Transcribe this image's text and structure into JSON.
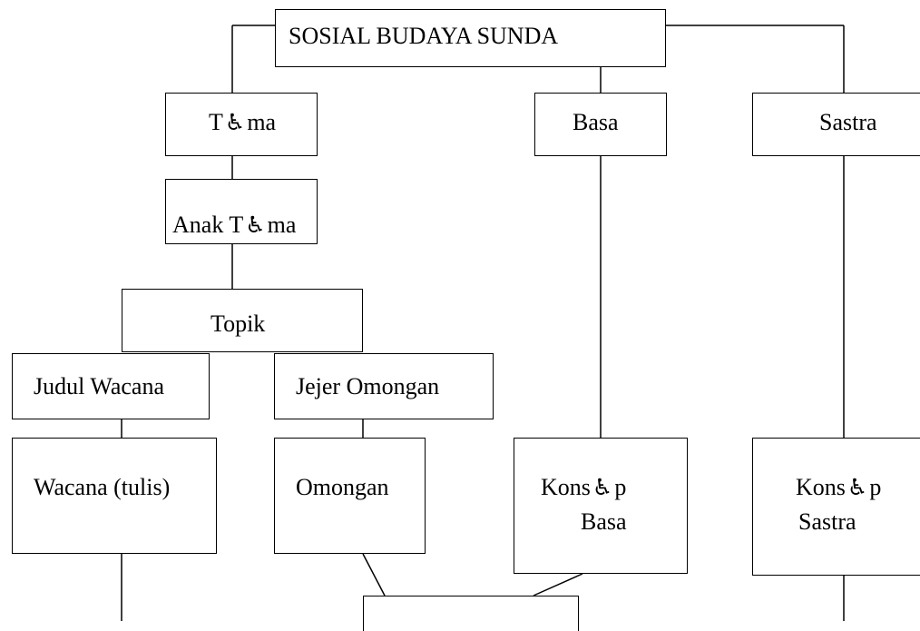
{
  "colors": {
    "line": "#000000",
    "text": "#000000",
    "background": "#ffffff"
  },
  "symbol": {
    "name": "wheelchair-icon",
    "char": "♿"
  },
  "nodes": {
    "root": {
      "text": "SOSIAL BUDAYA SUNDA"
    },
    "tema": {
      "a": "T",
      "b": "ma"
    },
    "basa": {
      "text": "Basa"
    },
    "sastra": {
      "text": "Sastra"
    },
    "anak_tema": {
      "a": "Anak T",
      "b": "ma"
    },
    "topik": {
      "text": "Topik"
    },
    "judul_wacana": {
      "text": "Judul Wacana"
    },
    "jejer_omongan": {
      "text": "Jejer Omongan"
    },
    "wacana_tulis": {
      "text": "Wacana (tulis)"
    },
    "omongan": {
      "text": "Omongan"
    },
    "konsep_basa": {
      "a": "Kons",
      "b": "p",
      "line2": "Basa"
    },
    "konsep_sastra": {
      "a": "Kons",
      "b": "p",
      "line2": "Sastra"
    },
    "bottom_box": {
      "text": ""
    }
  }
}
